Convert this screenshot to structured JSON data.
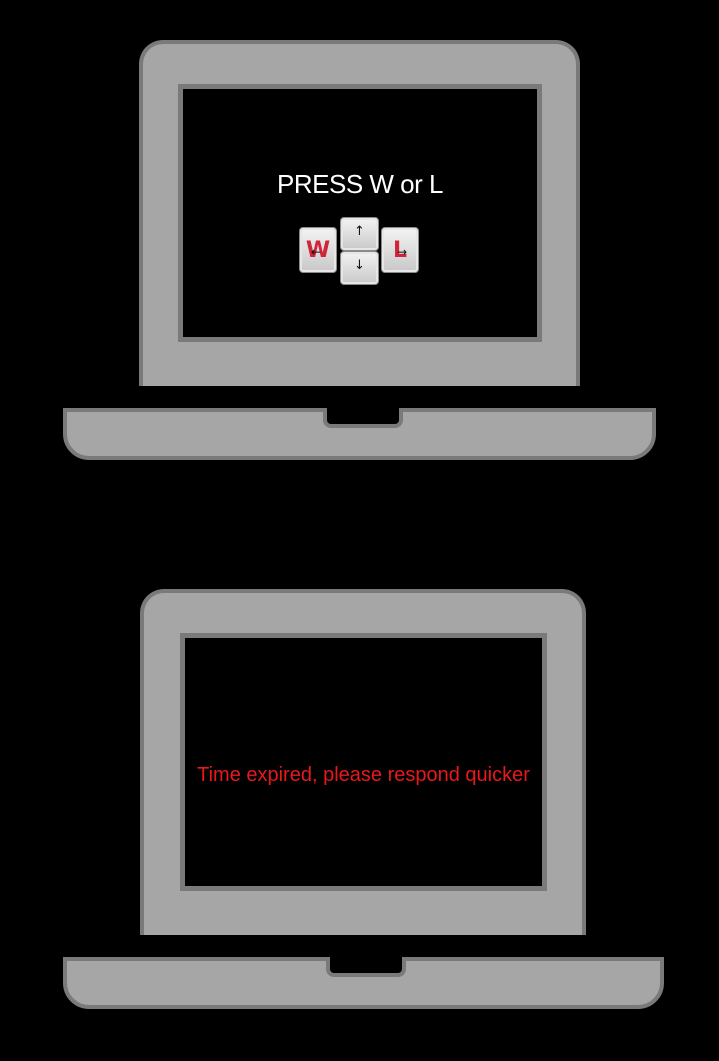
{
  "panels": [
    {
      "screen_text": "PRESS W or L",
      "keys": {
        "left_key": "W",
        "right_key": "L",
        "up_arrow": "↑",
        "down_arrow": "↓",
        "left_overlay_arrow": "←",
        "right_overlay_arrow": "→"
      }
    },
    {
      "screen_text": "Time expired, please respond quicker"
    }
  ],
  "colors": {
    "background": "#000000",
    "laptop_body": "#a6a6a6",
    "laptop_border": "#7a7a7a",
    "screen": "#000000",
    "prompt_text": "#ffffff",
    "message_text": "#e8181c",
    "key_letter": "#d0253a"
  },
  "icons": {
    "laptop": "laptop-icon",
    "keys": "keyboard-keys-icon"
  }
}
